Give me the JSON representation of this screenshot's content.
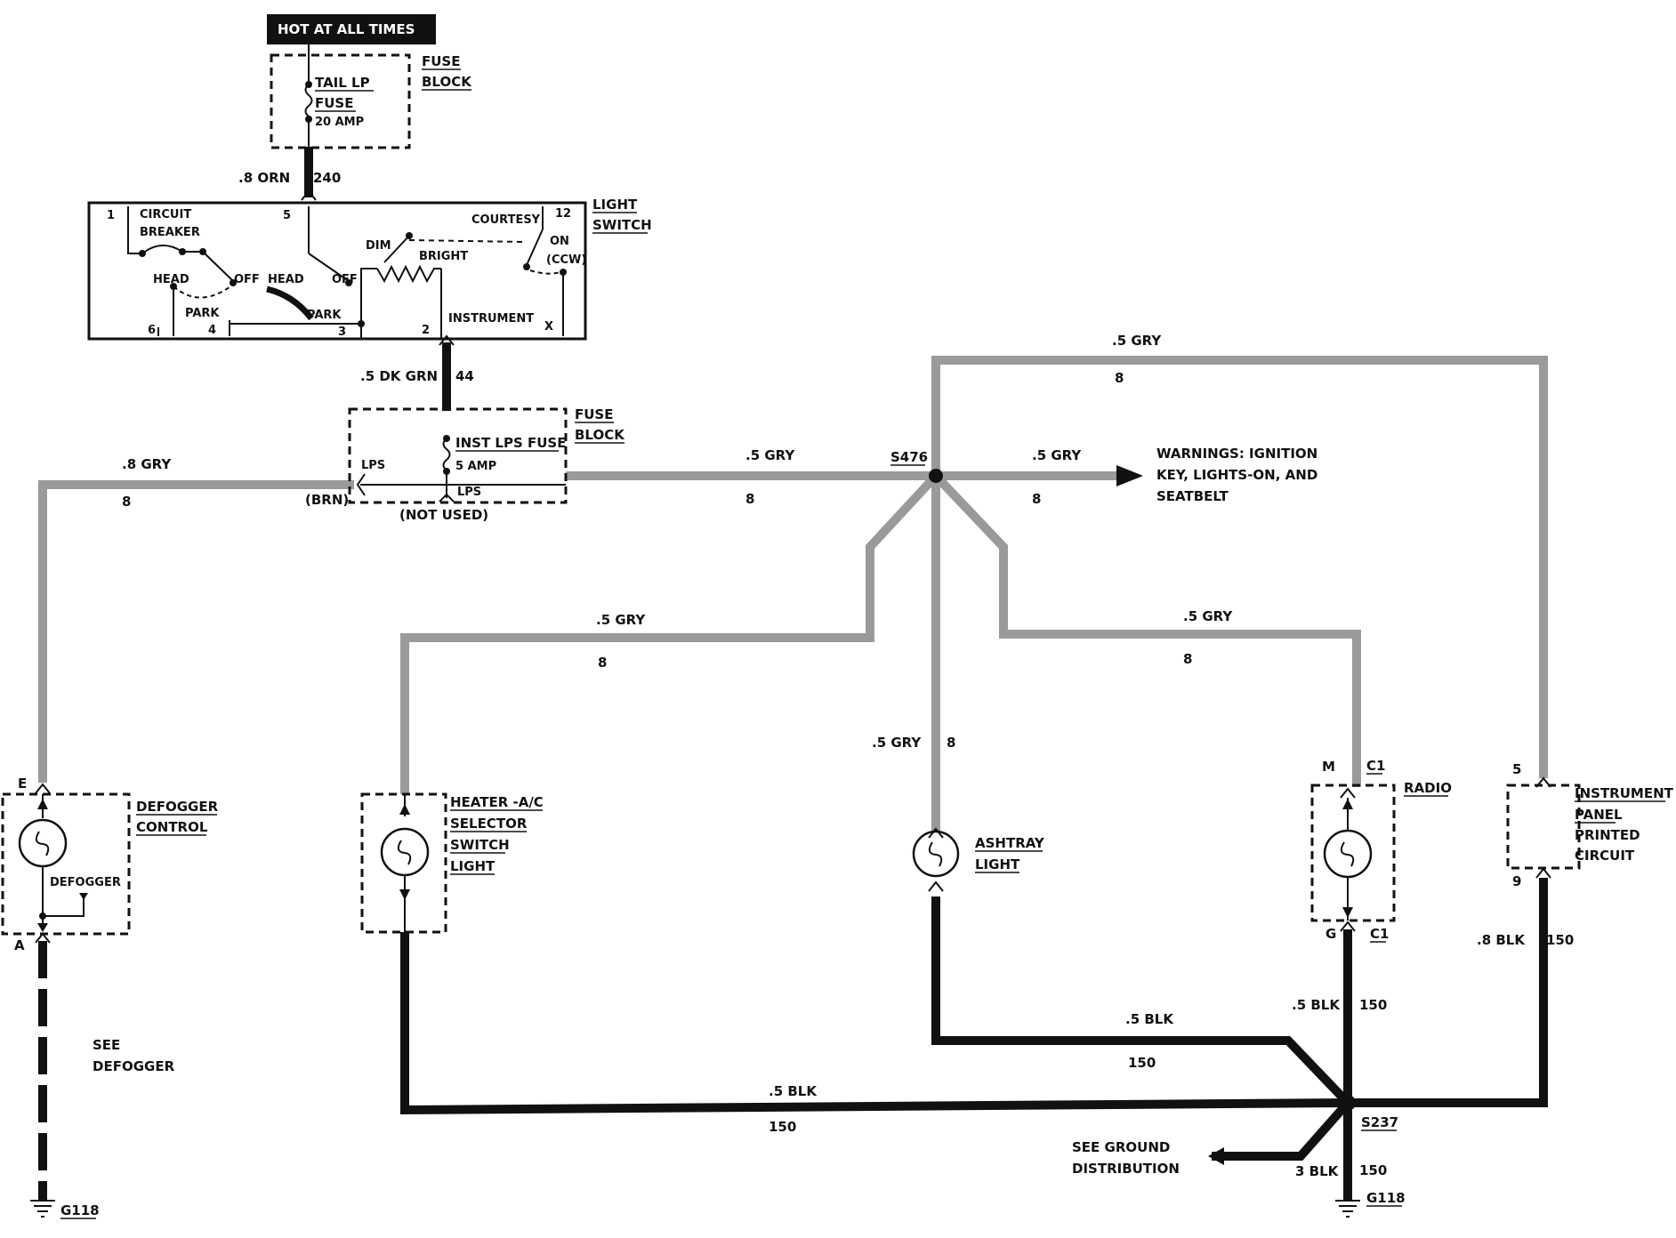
{
  "hot_label": "HOT AT ALL TIMES",
  "fuse_block_top": {
    "title_1": "FUSE",
    "title_2": "BLOCK",
    "fuse_1": "TAIL LP",
    "fuse_2": "FUSE",
    "rating": "20 AMP"
  },
  "wire_orn": {
    "size": ".8 ORN",
    "circuit": "240"
  },
  "light_switch": {
    "title_1": "LIGHT",
    "title_2": "SWITCH",
    "circuit_breaker_1": "CIRCUIT",
    "circuit_breaker_2": "BREAKER",
    "courtesy": "COURTESY",
    "on": "ON",
    "ccw": "(CCW)",
    "dim": "DIM",
    "bright": "BRIGHT",
    "head_1": "HEAD",
    "off_1": "OFF",
    "head_2": "HEAD",
    "off_2": "OFF",
    "park_1": "PARK",
    "park_2": "PARK",
    "instrument": "INSTRUMENT",
    "pins": [
      "1",
      "5",
      "12",
      "6",
      "4",
      "3",
      "2",
      "X"
    ]
  },
  "wire_dkgrn": {
    "size": ".5 DK GRN",
    "circuit": "44"
  },
  "fuse_block_mid": {
    "title_1": "FUSE",
    "title_2": "BLOCK",
    "fuse": "INST LPS FUSE",
    "rating": "5 AMP",
    "lps_left": "LPS",
    "lps_bottom": "LPS",
    "brn": "(BRN)",
    "not_used": "(NOT USED)"
  },
  "splice_top": "S476",
  "splice_bottom": "S237",
  "gry_labels": {
    "left": ".8 GRY",
    "fuse_to_splice": ".5 GRY",
    "to_warnings": ".5 GRY",
    "top_run": ".5 GRY",
    "heater": ".5 GRY",
    "ashtray": ".5 GRY",
    "radio": ".5 GRY",
    "circuit": "8"
  },
  "warnings_1": "WARNINGS:  IGNITION",
  "warnings_2": "KEY, LIGHTS-ON, AND",
  "warnings_3": "SEATBELT",
  "defogger": {
    "title_1": "DEFOGGER",
    "title_2": "CONTROL",
    "inner": "DEFOGGER",
    "pin_top": "E",
    "pin_bottom": "A",
    "see_1": "SEE",
    "see_2": "DEFOGGER",
    "ground": "G118"
  },
  "heater": {
    "l1": "HEATER -A/C",
    "l2": "SELECTOR",
    "l3": "SWITCH",
    "l4": "LIGHT"
  },
  "ashtray": {
    "l1": "ASHTRAY",
    "l2": "LIGHT"
  },
  "radio": {
    "title": "RADIO",
    "pin_top": "M",
    "conn_top": "C1",
    "pin_bottom": "G",
    "conn_bottom": "C1"
  },
  "ipc": {
    "l1": "INSTRUMENT",
    "l2": "PANEL",
    "l3": "PRINTED",
    "l4": "CIRCUIT",
    "pin_top": "5",
    "pin_bottom": "9"
  },
  "blk_labels": {
    "ipc_size": ".8 BLK",
    "ipc_circuit": "150",
    "radio_size": ".5 BLK",
    "radio_circuit": "150",
    "ashtray_size": ".5 BLK",
    "ashtray_circuit": "150",
    "heater_size": ".5 BLK",
    "heater_circuit": "150",
    "ground_size": "3 BLK",
    "ground_circuit": "150"
  },
  "see_ground_1": "SEE GROUND",
  "see_ground_2": "DISTRIBUTION",
  "ground_right": "G118",
  "colors": {
    "grey_wire": "#9a9a9a",
    "black_wire": "#111111"
  }
}
